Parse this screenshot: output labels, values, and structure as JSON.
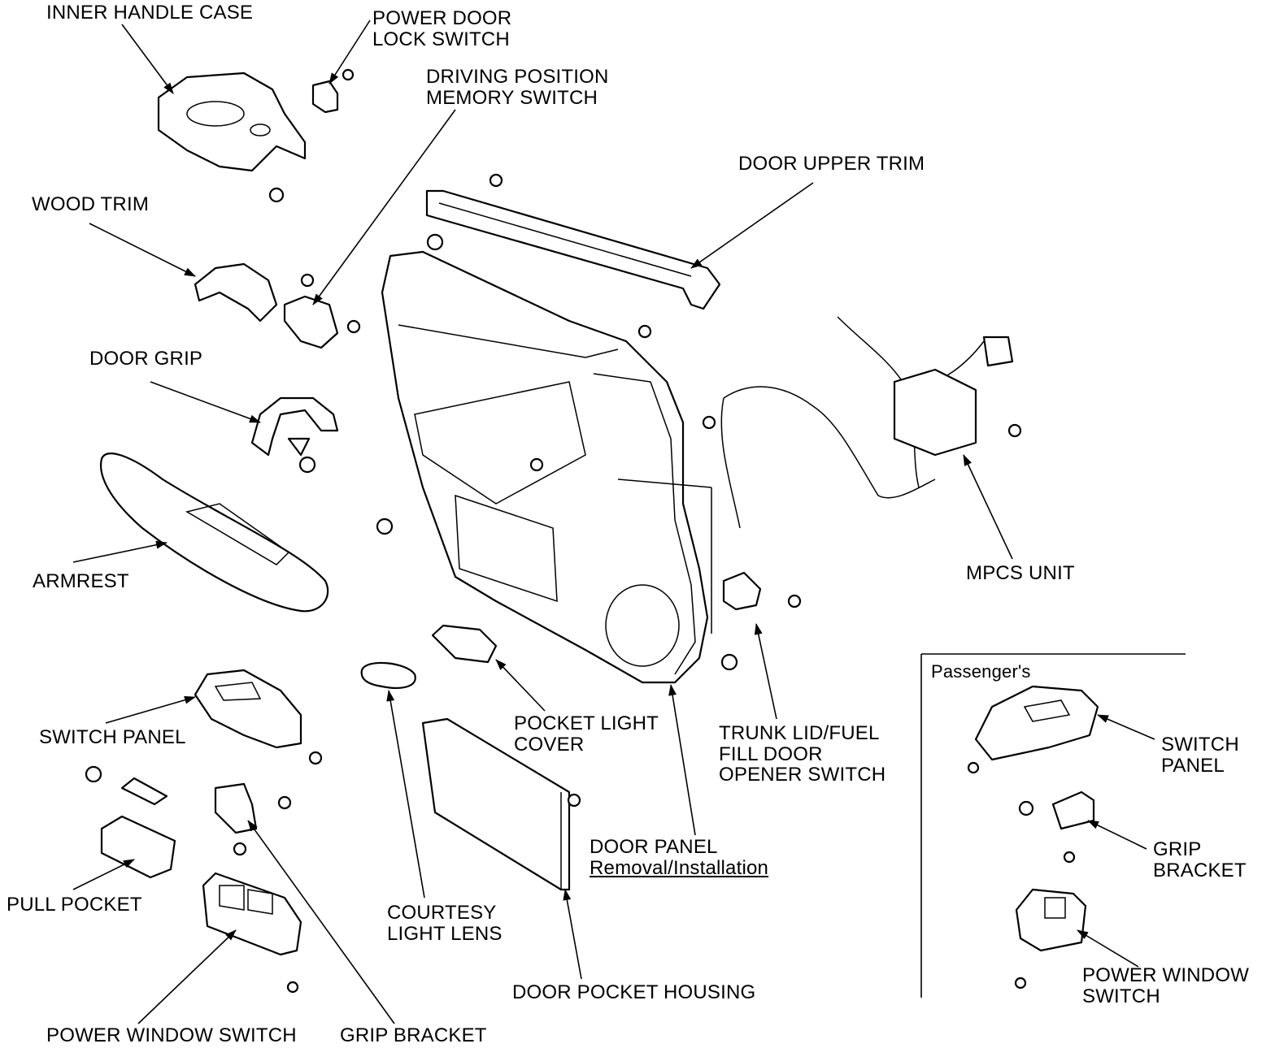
{
  "labels": {
    "inner_handle_case": [
      "INNER HANDLE CASE"
    ],
    "power_door_lock_switch": [
      "POWER DOOR",
      "LOCK SWITCH"
    ],
    "driving_position_memory_switch": [
      "DRIVING POSITION",
      "MEMORY SWITCH"
    ],
    "door_upper_trim": [
      "DOOR UPPER TRIM"
    ],
    "wood_trim": [
      "WOOD TRIM"
    ],
    "door_grip": [
      "DOOR GRIP"
    ],
    "armrest": [
      "ARMREST"
    ],
    "mpcs_unit": [
      "MPCS UNIT"
    ],
    "pocket_light_cover": [
      "POCKET LIGHT",
      "COVER"
    ],
    "trunk_lid_switch": [
      "TRUNK LID/FUEL",
      "FILL DOOR",
      "OPENER SWITCH"
    ],
    "switch_panel": [
      "SWITCH PANEL"
    ],
    "door_panel": [
      "DOOR PANEL",
      "Removal/Installation"
    ],
    "pull_pocket": [
      "PULL POCKET"
    ],
    "courtesy_light_lens": [
      "COURTESY",
      "LIGHT LENS"
    ],
    "door_pocket_housing": [
      "DOOR POCKET HOUSING"
    ],
    "power_window_switch": [
      "POWER WINDOW SWITCH"
    ],
    "grip_bracket": [
      "GRIP BRACKET"
    ]
  },
  "passenger": {
    "title": "Passenger's",
    "switch_panel": [
      "SWITCH",
      "PANEL"
    ],
    "grip_bracket": [
      "GRIP",
      "BRACKET"
    ],
    "power_window_switch": [
      "POWER WINDOW",
      "SWITCH"
    ]
  }
}
